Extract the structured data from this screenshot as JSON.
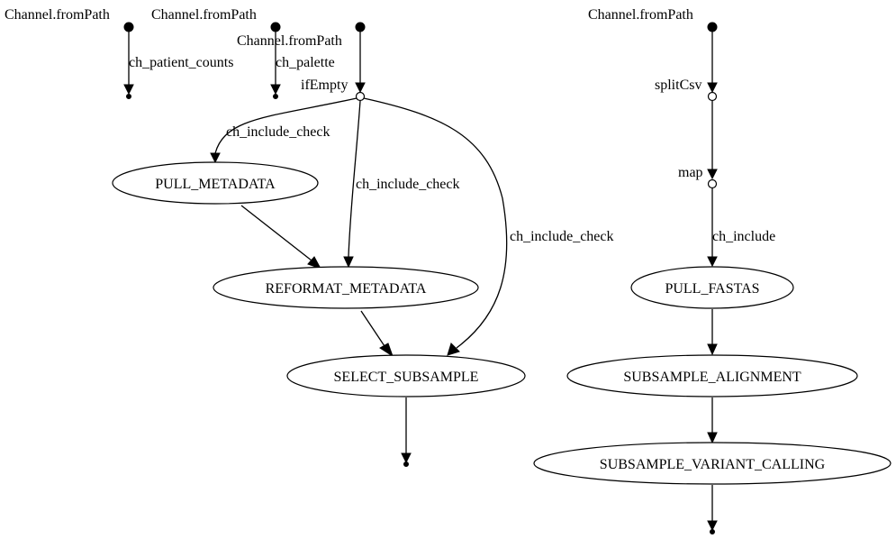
{
  "nodes": {
    "src_patient_counts": {
      "label": "Channel.fromPath"
    },
    "src_palette": {
      "label": "Channel.fromPath"
    },
    "src_include_check": {
      "label": "Channel.fromPath"
    },
    "src_include": {
      "label": "Channel.fromPath"
    },
    "op_ifempty": {
      "label": "ifEmpty"
    },
    "op_splitcsv": {
      "label": "splitCsv"
    },
    "op_map": {
      "label": "map"
    },
    "proc_pull_metadata": {
      "label": "PULL_METADATA"
    },
    "proc_reformat_metadata": {
      "label": "REFORMAT_METADATA"
    },
    "proc_select_subsample": {
      "label": "SELECT_SUBSAMPLE"
    },
    "proc_pull_fastas": {
      "label": "PULL_FASTAS"
    },
    "proc_subsample_alignment": {
      "label": "SUBSAMPLE_ALIGNMENT"
    },
    "proc_subsample_variant_calling": {
      "label": "SUBSAMPLE_VARIANT_CALLING"
    }
  },
  "edges": {
    "patient_counts": {
      "label": "ch_patient_counts"
    },
    "palette": {
      "label": "ch_palette"
    },
    "include_check_to_pull": {
      "label": "ch_include_check"
    },
    "include_check_to_reformat": {
      "label": "ch_include_check"
    },
    "include_check_to_select": {
      "label": "ch_include_check"
    },
    "include_to_pull_fastas": {
      "label": "ch_include"
    }
  }
}
